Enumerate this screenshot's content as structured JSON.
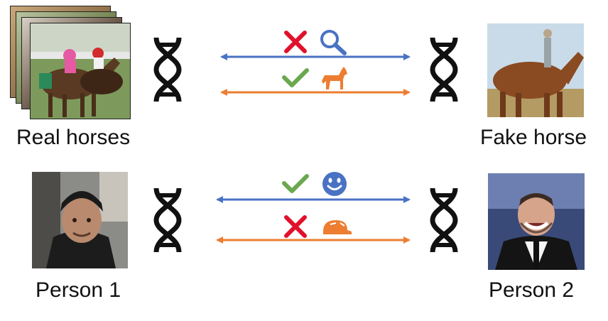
{
  "labels": {
    "real_horses": "Real horses",
    "fake_horse": "Fake horse",
    "person_1": "Person 1",
    "person_2": "Person 2"
  },
  "rows": [
    {
      "name": "horse-row",
      "blue_arrow": {
        "mark": "cross",
        "icon": "magnifier-icon"
      },
      "orange_arrow": {
        "mark": "check",
        "icon": "horse-icon"
      }
    },
    {
      "name": "person-row",
      "blue_arrow": {
        "mark": "check",
        "icon": "smiley-icon"
      },
      "orange_arrow": {
        "mark": "cross",
        "icon": "cap-icon"
      }
    }
  ],
  "colors": {
    "blue": "#4a72c4",
    "orange": "#ed7d31",
    "red_cross": "#e0112c",
    "green_check": "#6aa84f",
    "dna": "#111111"
  }
}
